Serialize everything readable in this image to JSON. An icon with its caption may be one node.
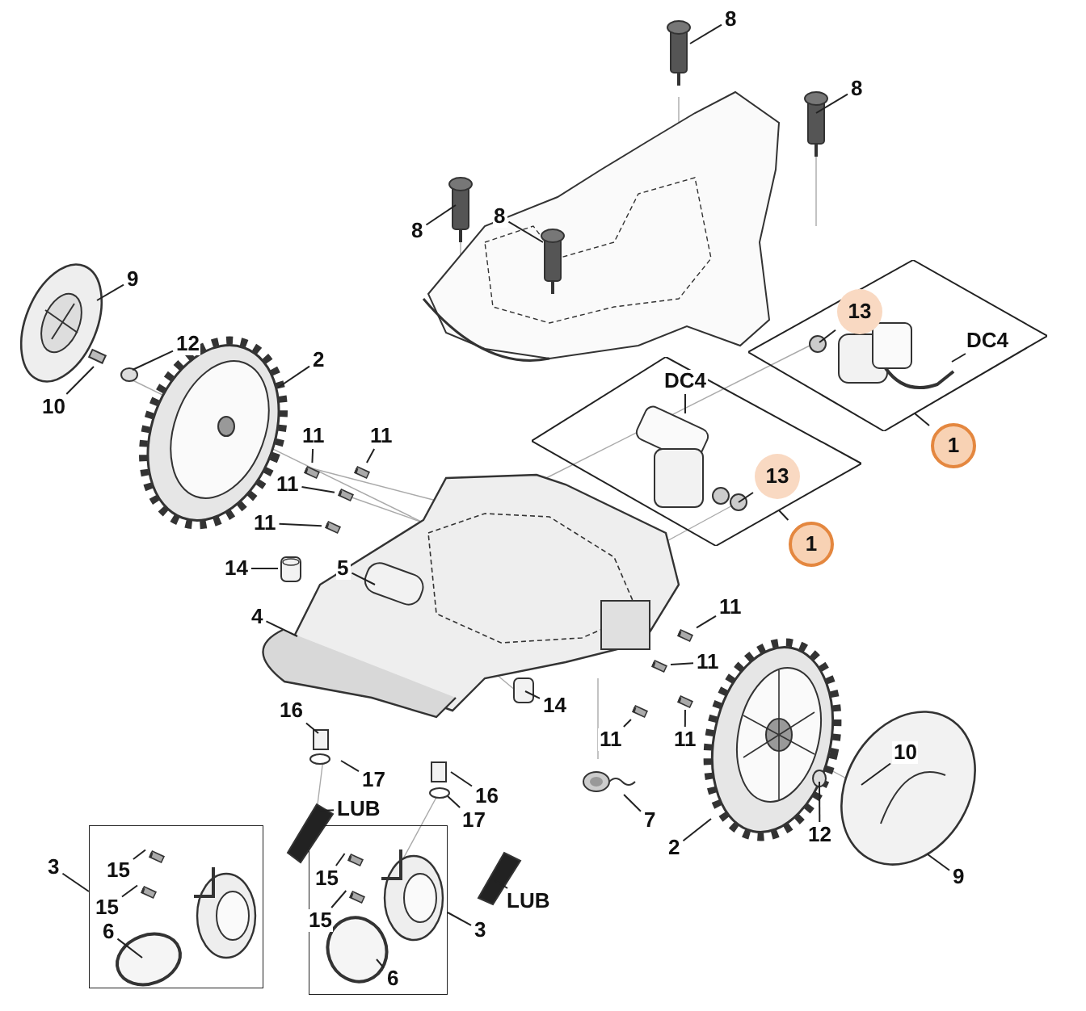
{
  "diagram": {
    "nodes": [
      {
        "text": [
          "8"
        ]
      },
      {
        "text": [
          "8"
        ]
      },
      {
        "text": [
          "8"
        ]
      },
      {
        "text": [
          "8"
        ]
      },
      {
        "text": [
          "9"
        ]
      },
      {
        "text": [
          "12"
        ]
      },
      {
        "text": [],
        "shape": "diamond"
      },
      {
        "text": [
          "13"
        ],
        "in": 6
      },
      {
        "text": [
          "DC4"
        ],
        "in": 6
      },
      {
        "text": [
          "2"
        ]
      },
      {
        "text": [
          "10"
        ]
      },
      {
        "text": [],
        "shape": "diamond"
      },
      {
        "text": [
          "DC4"
        ],
        "in": 11
      },
      {
        "text": [
          "1"
        ]
      },
      {
        "text": [
          "13"
        ],
        "in": 11
      },
      {
        "text": [
          "1"
        ]
      },
      {
        "text": [
          "11"
        ]
      },
      {
        "text": [
          "11"
        ]
      },
      {
        "text": [
          "11"
        ]
      },
      {
        "text": [
          "11"
        ]
      },
      {
        "text": [
          "5"
        ]
      },
      {
        "text": [
          "14"
        ]
      },
      {
        "text": [
          "4"
        ]
      },
      {
        "text": [
          "11"
        ]
      },
      {
        "text": [
          "11"
        ]
      },
      {
        "text": [
          "14"
        ]
      },
      {
        "text": [
          "16"
        ]
      },
      {
        "text": [
          "11"
        ]
      },
      {
        "text": [
          "11"
        ]
      },
      {
        "text": [
          "10"
        ]
      },
      {
        "text": [
          "17"
        ]
      },
      {
        "text": [
          "16"
        ]
      },
      {
        "text": [
          "LUB"
        ]
      },
      {
        "text": [
          "7"
        ]
      },
      {
        "text": [
          "17"
        ]
      },
      {
        "text": [],
        "shape": "box"
      },
      {
        "text": [
          "15"
        ],
        "in": 35
      },
      {
        "text": [
          "15"
        ],
        "in": 35
      },
      {
        "text": [
          "6"
        ],
        "in": 35
      },
      {
        "text": [],
        "shape": "box"
      },
      {
        "text": [
          "15"
        ],
        "in": 39
      },
      {
        "text": [
          "15"
        ],
        "in": 39
      },
      {
        "text": [
          "6"
        ],
        "in": 39
      },
      {
        "text": [
          "12"
        ]
      },
      {
        "text": [
          "2"
        ]
      },
      {
        "text": [
          "3"
        ]
      },
      {
        "text": [
          "LUB"
        ]
      },
      {
        "text": [
          "3"
        ]
      },
      {
        "text": [
          "9"
        ]
      },
      {
        "text": [],
        "shape": "box"
      },
      {
        "text": [],
        "shape": "box"
      },
      {
        "text": [],
        "shape": "box"
      },
      {
        "text": [],
        "shape": "box"
      },
      {
        "text": [],
        "shape": "box"
      },
      {
        "text": [],
        "shape": "box"
      },
      {
        "text": [],
        "shape": "box"
      },
      {
        "text": [],
        "shape": "box"
      },
      {
        "text": [],
        "shape": "box"
      },
      {
        "text": [],
        "shape": "circle"
      },
      {
        "text": [],
        "shape": "box",
        "in": 35
      },
      {
        "text": [],
        "shape": "box",
        "in": 35
      },
      {
        "text": [],
        "shape": "box",
        "in": 39
      },
      {
        "text": [],
        "shape": "box",
        "in": 39
      }
    ],
    "edges": [
      {
        "from": 0,
        "to": null,
        "arrow": "none"
      },
      {
        "from": 1,
        "to": null,
        "arrow": "none"
      },
      {
        "from": 2,
        "to": null,
        "arrow": "none"
      },
      {
        "from": 3,
        "to": null,
        "arrow": "none"
      },
      {
        "from": 4,
        "to": null,
        "arrow": "none"
      },
      {
        "from": 5,
        "to": null,
        "arrow": "none"
      },
      {
        "from": 7,
        "to": null,
        "arrow": "none"
      },
      {
        "from": 8,
        "to": null,
        "arrow": "none"
      },
      {
        "from": 9,
        "to": null,
        "arrow": "none"
      },
      {
        "from": 10,
        "to": null,
        "arrow": "none"
      },
      {
        "from": 12,
        "to": null,
        "arrow": "none"
      },
      {
        "from": 13,
        "to": 6,
        "arrow": "none"
      },
      {
        "from": 14,
        "to": null,
        "arrow": "none"
      },
      {
        "from": 15,
        "to": 11,
        "arrow": "none"
      },
      {
        "from": 16,
        "to": 49,
        "arrow": "none"
      },
      {
        "from": 17,
        "to": 50,
        "arrow": "none"
      },
      {
        "from": 18,
        "to": 51,
        "arrow": "none"
      },
      {
        "from": 19,
        "to": 52,
        "arrow": "none"
      },
      {
        "from": 20,
        "to": null,
        "arrow": "none"
      },
      {
        "from": 21,
        "to": 53,
        "arrow": "none"
      },
      {
        "from": 22,
        "to": null,
        "arrow": "none"
      },
      {
        "from": 23,
        "to": 54,
        "arrow": "none"
      },
      {
        "from": 24,
        "to": 55,
        "arrow": "none"
      },
      {
        "from": 25,
        "to": null,
        "arrow": "none"
      },
      {
        "from": 26,
        "to": null,
        "arrow": "none"
      },
      {
        "from": 27,
        "to": 56,
        "arrow": "none"
      },
      {
        "from": 28,
        "to": 57,
        "arrow": "none"
      },
      {
        "from": 29,
        "to": null,
        "arrow": "none"
      },
      {
        "from": 30,
        "to": null,
        "arrow": "none"
      },
      {
        "from": 31,
        "to": null,
        "arrow": "none"
      },
      {
        "from": 32,
        "to": null,
        "arrow": "none"
      },
      {
        "from": 33,
        "to": 58,
        "arrow": "none"
      },
      {
        "from": 34,
        "to": null,
        "arrow": "none"
      },
      {
        "from": 36,
        "to": 59,
        "arrow": "none"
      },
      {
        "from": 37,
        "to": 60,
        "arrow": "none"
      },
      {
        "from": 38,
        "to": null,
        "arrow": "none"
      },
      {
        "from": 40,
        "to": 61,
        "arrow": "none"
      },
      {
        "from": 41,
        "to": 62,
        "arrow": "none"
      },
      {
        "from": 42,
        "to": null,
        "arrow": "none"
      },
      {
        "from": 43,
        "to": null,
        "arrow": "none"
      },
      {
        "from": 44,
        "to": null,
        "arrow": "none"
      },
      {
        "from": 45,
        "to": 35,
        "arrow": "none"
      },
      {
        "from": 46,
        "to": null,
        "arrow": "none"
      },
      {
        "from": 47,
        "to": 39,
        "arrow": "none"
      },
      {
        "from": 48,
        "to": null,
        "arrow": "none"
      }
    ]
  }
}
